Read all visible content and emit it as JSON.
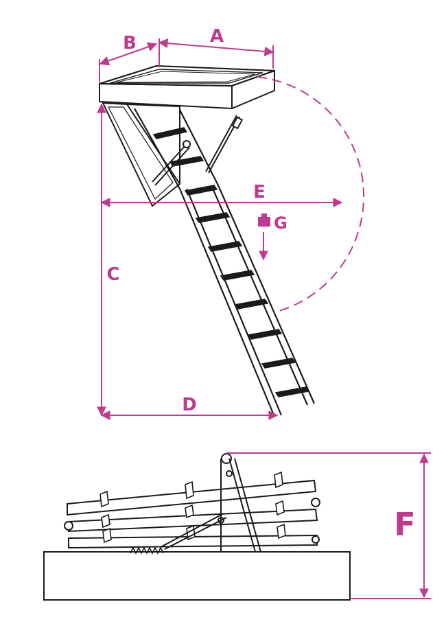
{
  "colors": {
    "dimension": "#c0398e",
    "line": "#1a1a1a",
    "background": "#ffffff"
  },
  "labels": {
    "a": "A",
    "b": "B",
    "c": "C",
    "d": "D",
    "e": "E",
    "f": "F",
    "g": "G"
  },
  "icons": {
    "weight": "weight-icon"
  }
}
